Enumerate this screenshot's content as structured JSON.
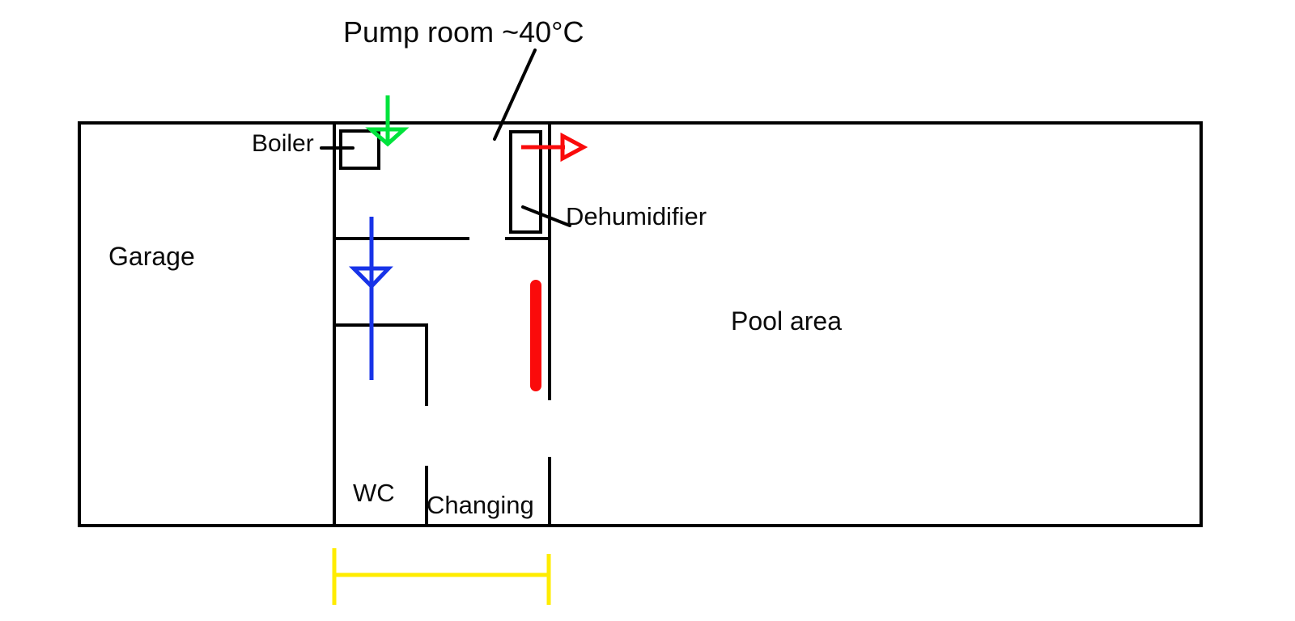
{
  "labels": {
    "pump_room": "Pump room ~40°C",
    "boiler": "Boiler",
    "dehumidifier": "Dehumidifier",
    "garage": "Garage",
    "pool_area": "Pool area",
    "wc": "WC",
    "changing": "Changing"
  },
  "colors": {
    "wall": "#000000",
    "green_arrow": "#00e33c",
    "red_arrow": "#fa0b0b",
    "blue_arrow": "#1733e8",
    "red_heater_bar": "#fa0b0b",
    "yellow_dimension": "#ffec00"
  }
}
